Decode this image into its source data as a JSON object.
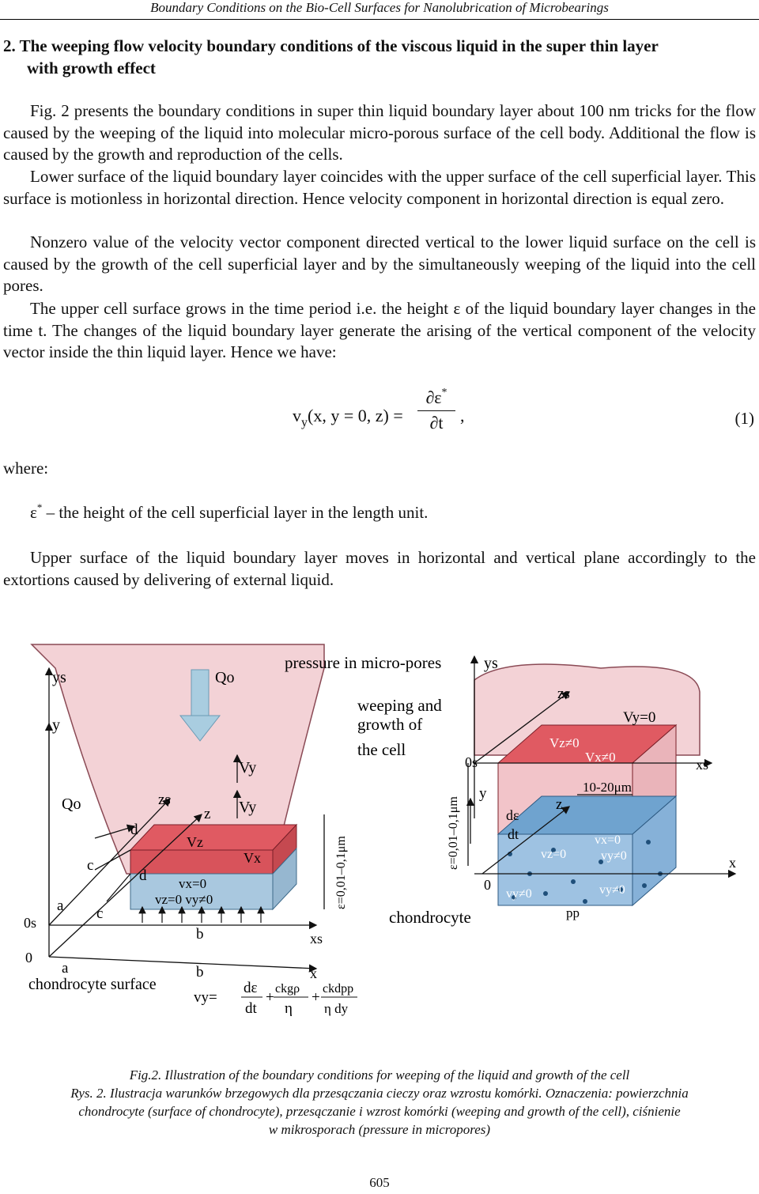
{
  "header": "Boundary Conditions on the Bio-Cell Surfaces for Nanolubrication of Microbearings",
  "section_title_line1": "2. The weeping flow velocity boundary conditions of the viscous liquid in the super thin layer",
  "section_title_line2": "with growth effect",
  "paragraphs": [
    "Fig. 2 presents the boundary conditions in super thin liquid boundary layer about 100 nm tricks for the flow caused by the weeping of the liquid into molecular micro-porous surface of the cell body. Additional the flow is caused by the growth and reproduction of the cells.",
    "Lower surface of the liquid boundary layer coincides with the upper surface of the cell superficial layer. This surface is motionless in horizontal direction. Hence velocity component in horizontal direction is equal zero.",
    "Nonzero value of the velocity vector component directed vertical to the lower liquid surface on the cell      is caused by the growth of the cell superficial layer and by the simultaneously weeping of the liquid into the cell pores.",
    "The upper cell surface grows in the time period i.e. the height ε of the liquid boundary layer changes in the time t. The changes of the liquid boundary layer generate the arising of the vertical component of the velocity vector inside the thin liquid layer. Hence we have:"
  ],
  "equation": {
    "v": "v",
    "sub": "y",
    "args": "(x, y = 0, z) =",
    "numerator": "∂ε",
    "star": "*",
    "denominator": "∂t",
    "comma": ",",
    "number": "(1)"
  },
  "where": "where:",
  "definition": {
    "symbol": "ε",
    "star": "*",
    "text": " – the height of the cell superficial layer in the length unit."
  },
  "paragraph_after": "Upper surface of the liquid boundary layer moves in horizontal and vertical plane accordingly to the extortions caused by delivering of external liquid.",
  "figure": {
    "pressure_label": "pressure in micro-pores",
    "weeping_line1": "weeping and",
    "weeping_line2": "growth of",
    "weeping_line3": "the cell",
    "chondrocyte_surface": "chondrocyte surface",
    "chondrocyte": "chondrocyte",
    "left": {
      "ys": "ys",
      "y": "y",
      "Qo_top": "Qo",
      "Qo_left": "Qo",
      "Vy1": "Vy",
      "Vy2": "Vy",
      "zs": "zs",
      "z": "z",
      "d1": "d",
      "d2": "d",
      "c1": "c",
      "c2": "c",
      "a1": "a",
      "a2": "a",
      "b1": "b",
      "b2": "b",
      "Vz": "Vz",
      "Vx": "Vx",
      "vx0": "vx=0",
      "vz0vy0": "vz=0 vy≠0",
      "os": "0s",
      "o": "0",
      "xs": "xs",
      "x": "x",
      "eps_range": "ε=0,01–0,1μm"
    },
    "formula": {
      "lhs": "vy=",
      "t1n": "dε",
      "t1d": "dt",
      "plus1": "+",
      "t2n": "ckgρ",
      "t2d": "η",
      "plus2": "+",
      "t3n": "ckdpp",
      "t3d": "η dy"
    },
    "right": {
      "ys": "ys",
      "zs": "zs",
      "Vy0": "Vy=0",
      "Vz": "Vz≠0",
      "Vx": "Vx≠0",
      "os": "0s",
      "xs": "xs",
      "y": "y",
      "range": "10-20μm",
      "z": "z",
      "de": "dε",
      "dt": "dt",
      "vx0": "vx=0",
      "vz0": "vz=0",
      "vy": "vy≠0",
      "o": "0",
      "x": "x",
      "vy2": "vy≠0",
      "vy3": "vy≠0",
      "pp": "pp",
      "eps_range": "ε=0,01–0,1μm"
    }
  },
  "caption_line1": "Fig.2. Illustration of the boundary conditions for weeping of the liquid and growth of the cell",
  "caption_line2": "Rys. 2. Ilustracja warunków brzegowych dla przesączania cieczy oraz wzrostu komórki. Oznaczenia: powierzchnia",
  "caption_line3": "chondrocyte (surface of chondrocyte), przesączanie i wzrost komórki (weeping and growth of the cell), ciśnienie",
  "caption_line4": "w mikrosporach (pressure in micropores)",
  "page_number": "605"
}
